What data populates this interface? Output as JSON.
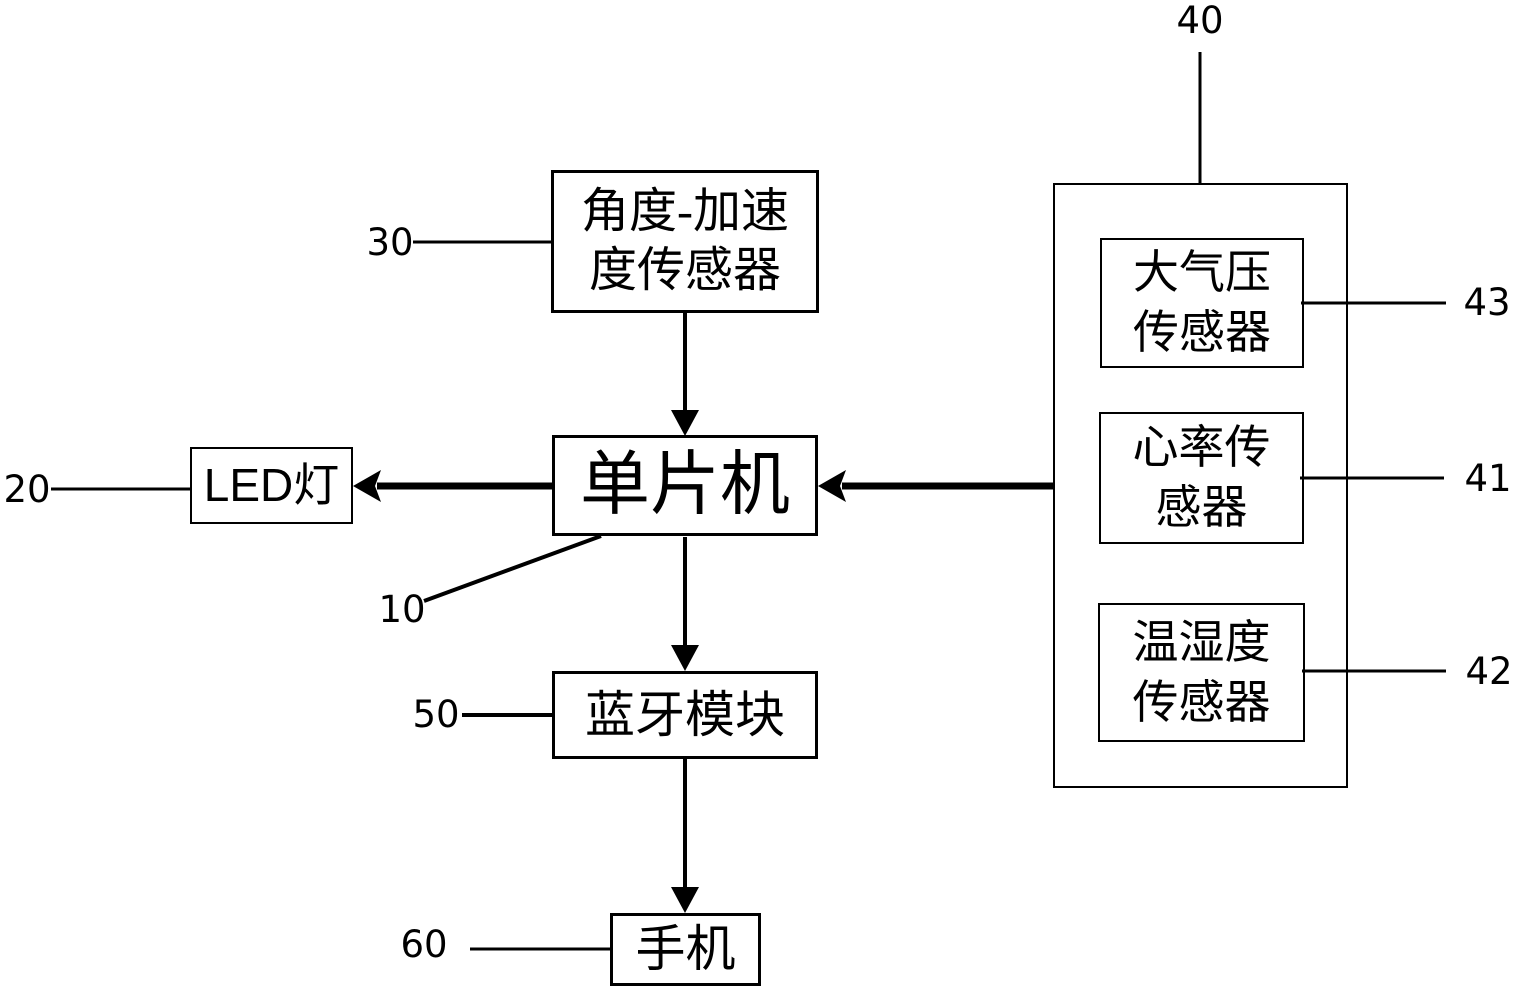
{
  "page": {
    "background_color": "#ffffff",
    "line_color": "#000000"
  },
  "nodes": {
    "angle_accel_sensor": {
      "label": "角度-加速度传感器",
      "line1": "角度-加速",
      "line2": "度传感器",
      "ref": "30"
    },
    "mcu": {
      "label": "单片机",
      "ref": "10"
    },
    "led": {
      "label": "LED灯",
      "ref": "20"
    },
    "bluetooth": {
      "label": "蓝牙模块",
      "ref": "50"
    },
    "phone": {
      "label": "手机",
      "ref": "60"
    },
    "sensor_group": {
      "ref": "40"
    },
    "pressure_sensor": {
      "label": "大气压传感器",
      "line1": "大气压",
      "line2": "传感器",
      "ref": "43"
    },
    "heart_rate_sensor": {
      "label": "心率传感器",
      "line1": "心率传",
      "line2": "感器",
      "ref": "41"
    },
    "temp_humidity_sensor": {
      "label": "温湿度传感器",
      "line1": "温湿度",
      "line2": "传感器",
      "ref": "42"
    }
  },
  "edges": [
    {
      "from": "angle_accel_sensor",
      "to": "mcu",
      "style": "arrow"
    },
    {
      "from": "sensor_group",
      "to": "mcu",
      "style": "thick-arrow"
    },
    {
      "from": "mcu",
      "to": "led",
      "style": "thick-arrow"
    },
    {
      "from": "mcu",
      "to": "bluetooth",
      "style": "arrow"
    },
    {
      "from": "bluetooth",
      "to": "phone",
      "style": "arrow"
    }
  ]
}
